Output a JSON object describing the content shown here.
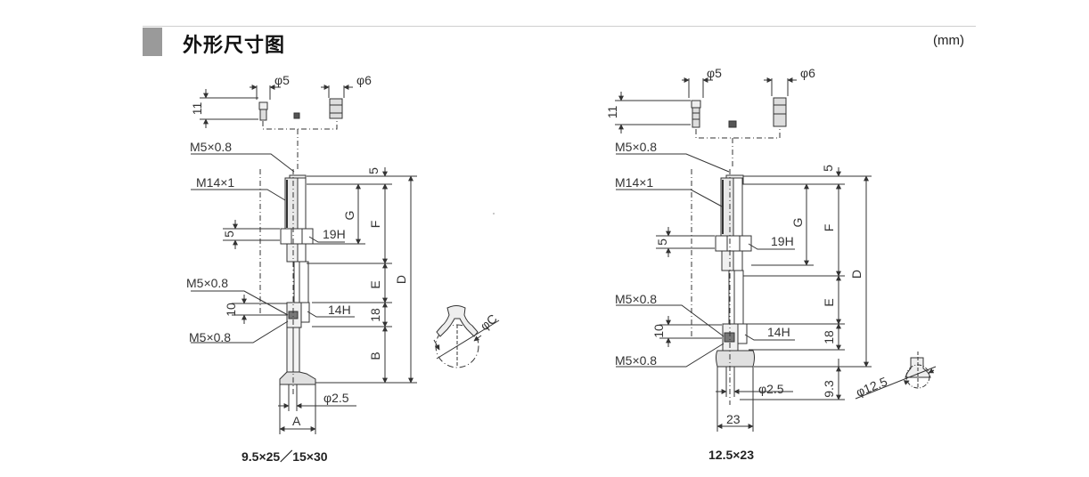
{
  "header": {
    "title": "外形尺寸图",
    "unit": "(mm)"
  },
  "left_drawing": {
    "caption": "9.5×25／15×30",
    "labels": {
      "phi5": "φ5",
      "phi6": "φ6",
      "dim11": "11",
      "m5_top": "M5×0.8",
      "m14": "M14×1",
      "dim5_top": "5",
      "dimG": "G",
      "dimF": "F",
      "dim5_side": "5",
      "hex19": "19H",
      "dimD": "D",
      "dimE": "E",
      "m5_mid": "M5×0.8",
      "dim10": "10",
      "hex14": "14H",
      "dim18": "18",
      "m5_low": "M5×0.8",
      "dimB": "B",
      "phi25": "φ2.5",
      "dimA": "A",
      "phiC": "φC"
    }
  },
  "right_drawing": {
    "caption": "12.5×23",
    "labels": {
      "phi5": "φ5",
      "phi6": "φ6",
      "dim11": "11",
      "m5_top": "M5×0.8",
      "m14": "M14×1",
      "dim5_top": "5",
      "dimG": "G",
      "dimF": "F",
      "dim5_side": "5",
      "hex19": "19H",
      "dimD": "D",
      "dimE": "E",
      "m5_mid": "M5×0.8",
      "dim10": "10",
      "hex14": "14H",
      "dim18": "18",
      "m5_low": "M5×0.8",
      "dim93": "9.3",
      "phi25": "φ2.5",
      "dim23": "23",
      "phi125": "φ12.5"
    }
  }
}
